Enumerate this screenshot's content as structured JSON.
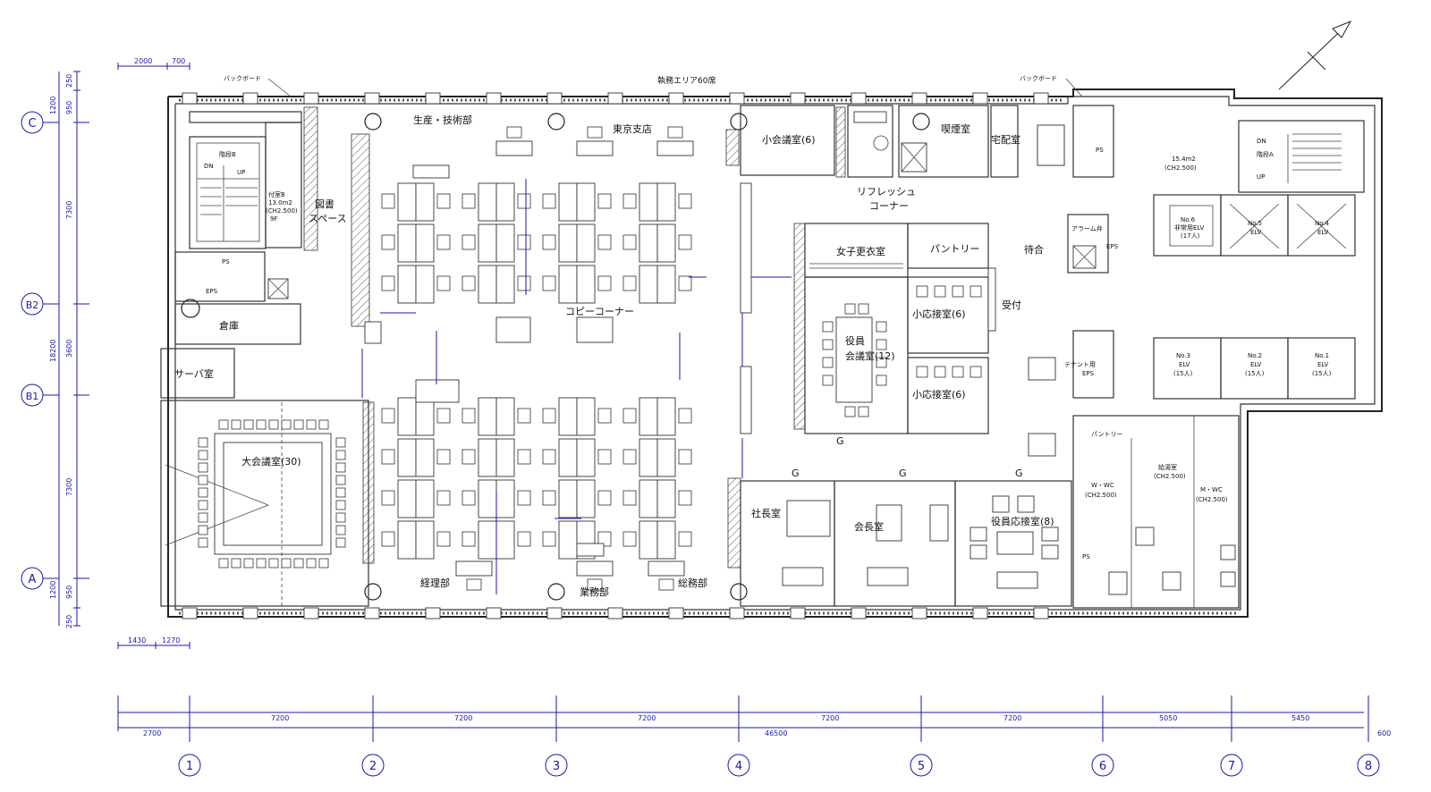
{
  "plan": {
    "labels": {
      "back_board_left": "バックボード",
      "back_board_right": "バックボード",
      "work_area": "執務エリア60席",
      "production": "生産・技術部",
      "tokyo_branch": "東京支店",
      "small_meeting": "小会議室(6)",
      "refresh_corner_1": "リフレッシュ",
      "refresh_corner_2": "コーナー",
      "smoking_room": "喫煙室",
      "delivery_room": "宅配室",
      "library_1": "図書",
      "library_2": "スペース",
      "copy_corner": "コピーコーナー",
      "womens_locker": "女子更衣室",
      "pantry": "パントリー",
      "waiting": "待合",
      "reception": "受付",
      "exec_meeting_1": "役員",
      "exec_meeting_2": "会議室(12)",
      "small_reception_a": "小応接室(6)",
      "small_reception_b": "小応接室(6)",
      "warehouse": "倉庫",
      "server_room": "サーバ室",
      "large_meeting": "大会議室(30)",
      "president": "社長室",
      "chairman": "会長室",
      "exec_reception": "役員応接室(8)",
      "accounting": "経理部",
      "business": "業務部",
      "general_affairs": "総務部",
      "stair_b": "階段B",
      "stair_left_dn": "DN",
      "stair_left_up": "UP",
      "attach_b_1": "付室B",
      "attach_b_2": "13.0m2",
      "attach_b_3": "(CH2.500)",
      "attach_b_4": "9F",
      "ps": "PS",
      "eps": "EPS",
      "alarm": "アラーム弁",
      "tenant_eps": "テナント用",
      "tenant_eps2": "EPS",
      "lobby_1": "15.4m2",
      "lobby_2": "(CH2.500)",
      "stair_right": "階段A",
      "elv6_1": "No.6",
      "elv6_2": "非常用ELV",
      "elv6_3": "(17人)",
      "elv5": "No.5",
      "elv4": "No.4",
      "elv": "ELV",
      "elv3": "No.3",
      "elv2": "No.2",
      "elv1": "No.1",
      "elv_cap": "(15人)",
      "hot_water": "給湯室",
      "hot_water_ch": "(CH2.500)",
      "wc_w": "W・WC",
      "wc_m": "M・WC",
      "wc_ch": "(CH2.500)",
      "g": "G",
      "pantry_small": "パントリー"
    },
    "column_grid": {
      "x_axes": [
        "1",
        "2",
        "3",
        "4",
        "5",
        "6",
        "7",
        "8"
      ],
      "y_axes": [
        "C",
        "B2",
        "B1",
        "A"
      ]
    },
    "dimensions": {
      "top_left": [
        "2000",
        "700"
      ],
      "bottom_left": [
        "1430",
        "1270"
      ],
      "x_spans": [
        "7200",
        "7200",
        "7200",
        "7200",
        "7200",
        "5050",
        "5450"
      ],
      "x_total": "46500",
      "x_left_offset": "2700",
      "x_right_offset": "600",
      "y_left": [
        "250",
        "950",
        "1200",
        "7300",
        "3600",
        "7300",
        "950",
        "1200",
        "250"
      ],
      "y_total": "18200"
    },
    "colors": {
      "grid": "#1a1aa8",
      "walls": "#222222"
    }
  }
}
